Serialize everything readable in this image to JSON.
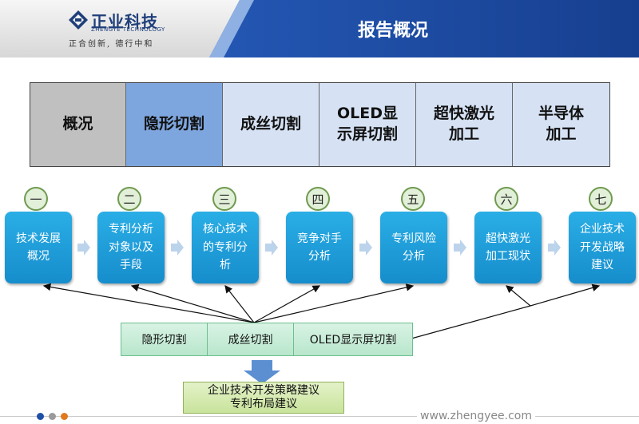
{
  "header": {
    "logo_cn": "正业科技",
    "logo_en": "ZHENGYE TECHNOLOGY",
    "slogan": "正合创新, 德行中和",
    "title": "报告概况",
    "colors": {
      "title_bg": "#1f4fa8",
      "logo_text": "#1f3f7a"
    }
  },
  "tabs": [
    {
      "label": "概况",
      "bg": "#c0c0c0"
    },
    {
      "label": "隐形切割",
      "bg": "#7ea6de"
    },
    {
      "label": "成丝切割",
      "bg": "#d6e2f4"
    },
    {
      "label": "OLED显\n示屏切割",
      "bg": "#d6e2f4"
    },
    {
      "label": "超快激光\n加工",
      "bg": "#d6e2f4"
    },
    {
      "label": "半导体\n加工",
      "bg": "#d6e2f4"
    }
  ],
  "steps": [
    {
      "num": "一",
      "label": "技术发展\n概况"
    },
    {
      "num": "二",
      "label": "专利分析\n对象以及\n手段"
    },
    {
      "num": "三",
      "label": "核心技术\n的专利分\n析"
    },
    {
      "num": "四",
      "label": "竞争对手\n分析"
    },
    {
      "num": "五",
      "label": "专利风险\n分析"
    },
    {
      "num": "六",
      "label": "超快激光\n加工现状"
    },
    {
      "num": "七",
      "label": "企业技术\n开发战略\n建议"
    }
  ],
  "bottom_tabs": [
    "隐形切割",
    "成丝切割",
    "OLED显示屏切割"
  ],
  "result": {
    "line1": "企业技术开发策略建议",
    "line2": "专利布局建议"
  },
  "footer": {
    "website": "www.zhengyee.com",
    "dot_colors": [
      "#1f4fa8",
      "#9a9a9a",
      "#e07a1f"
    ]
  },
  "colors": {
    "step_bg": "#1f9fdc",
    "arrow": "#bcd3ec",
    "down_arrow": "#5b8fd1"
  }
}
